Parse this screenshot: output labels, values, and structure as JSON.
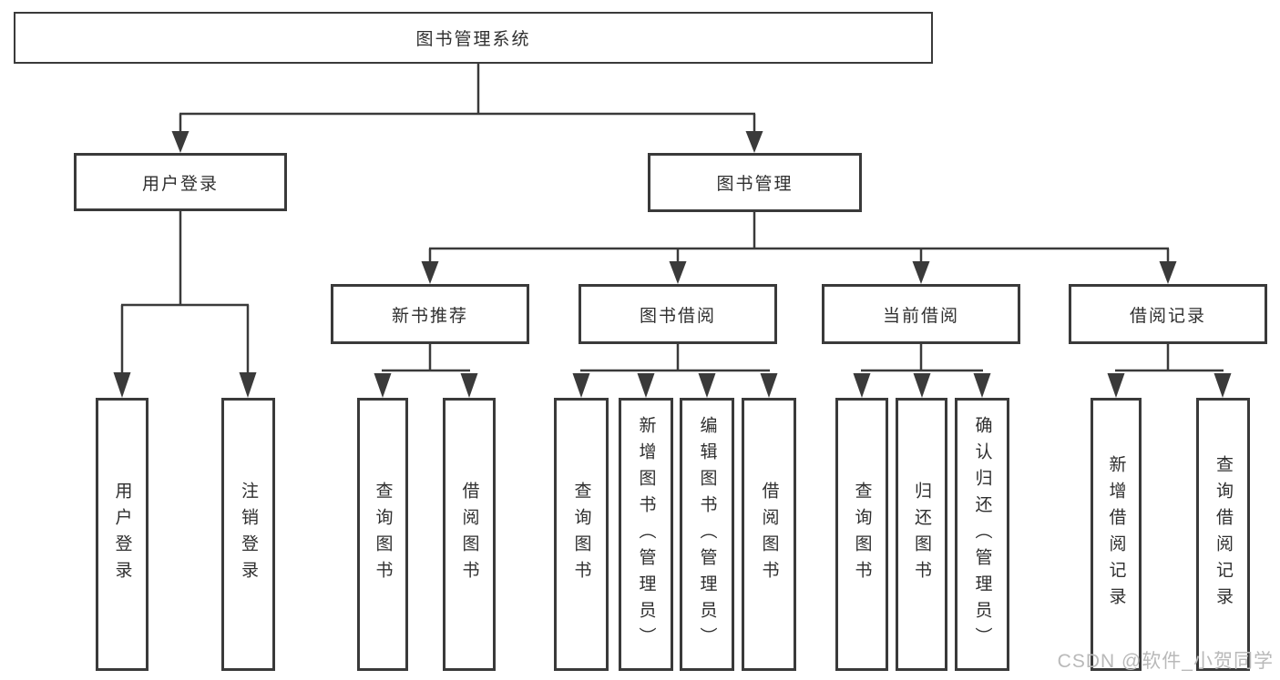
{
  "diagram_title": "图书管理系统",
  "tree": {
    "label": "图书管理系统",
    "children": [
      {
        "label": "用户登录",
        "children": [
          {
            "label": "用户登录"
          },
          {
            "label": "注销登录"
          }
        ]
      },
      {
        "label": "图书管理",
        "children": [
          {
            "label": "新书推荐",
            "children": [
              {
                "label": "查询图书"
              },
              {
                "label": "借阅图书"
              }
            ]
          },
          {
            "label": "图书借阅",
            "children": [
              {
                "label": "查询图书"
              },
              {
                "label": "新增图书（管理员）"
              },
              {
                "label": "编辑图书（管理员）"
              },
              {
                "label": "借阅图书"
              }
            ]
          },
          {
            "label": "当前借阅",
            "children": [
              {
                "label": "查询图书"
              },
              {
                "label": "归还图书"
              },
              {
                "label": "确认归还（管理员）"
              }
            ]
          },
          {
            "label": "借阅记录",
            "children": [
              {
                "label": "新增借阅记录"
              },
              {
                "label": "查询借阅记录"
              }
            ]
          }
        ]
      }
    ]
  },
  "watermark": {
    "text": "CSDN @软件_小贺同学"
  },
  "colors": {
    "background": "#ffffff",
    "line": "#3a3a3a",
    "text": "#2f2f2f",
    "watermark": "#b9b9b9"
  }
}
